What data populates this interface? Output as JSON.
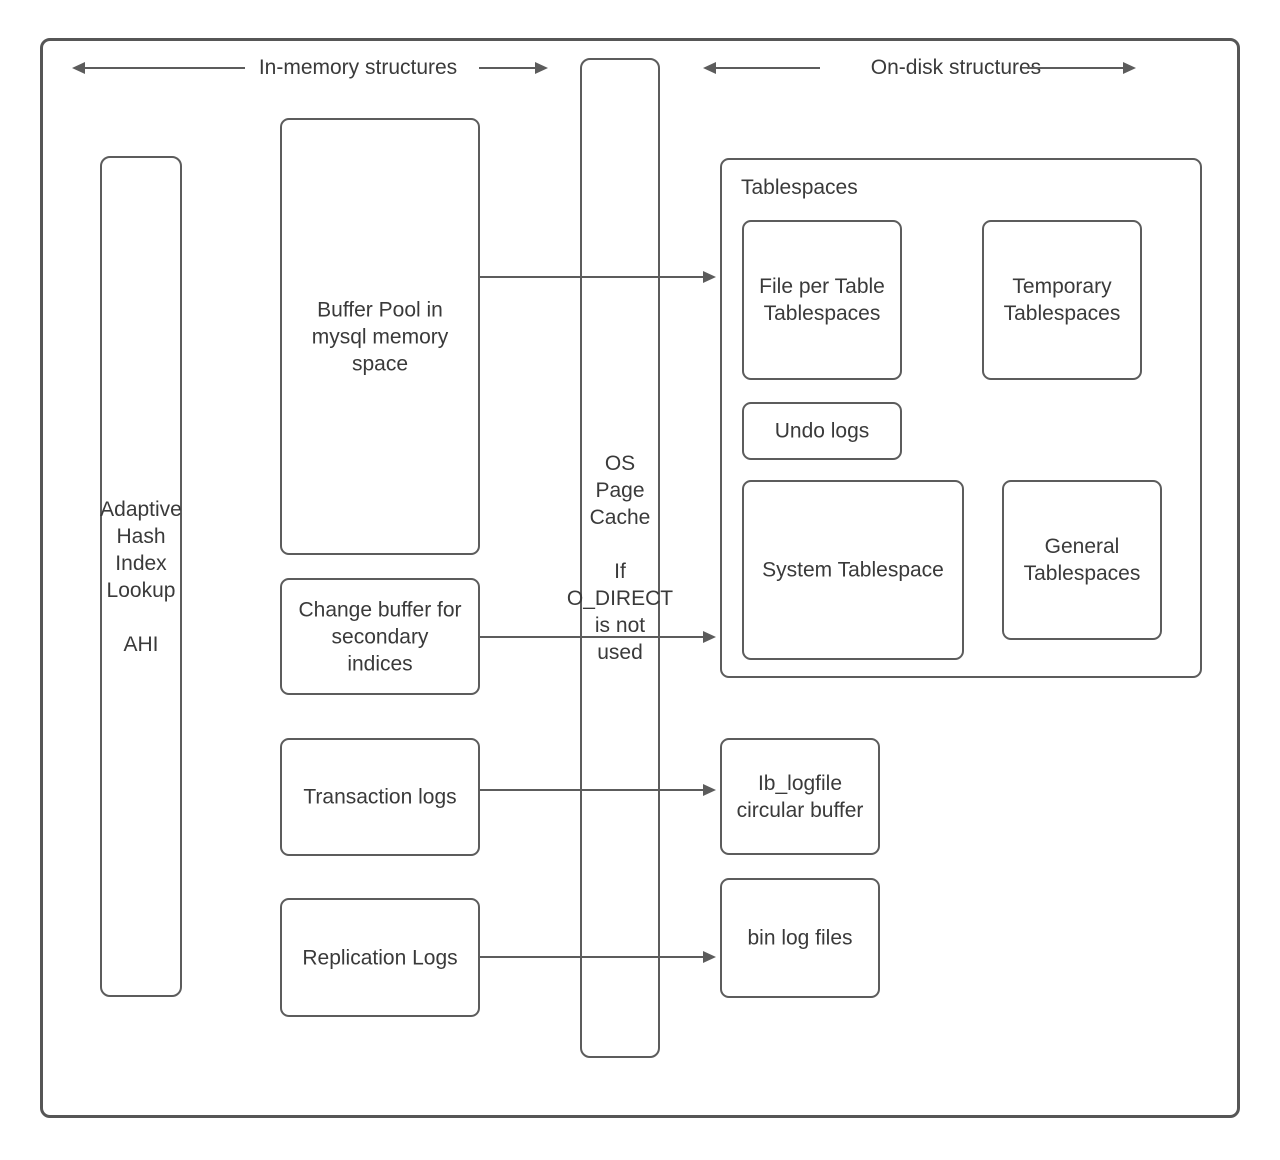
{
  "colors": {
    "stroke": "#5c5c5c",
    "text": "#3a3a3a",
    "background": "#ffffff"
  },
  "headers": {
    "in_memory": {
      "label": "In-memory structures"
    },
    "on_disk": {
      "label": "On-disk structures"
    }
  },
  "nodes": {
    "ahi": {
      "label": "Adaptive\nHash\nIndex\nLookup\n\nAHI"
    },
    "buffer_pool": {
      "label": "Buffer Pool in\nmysql memory\nspace"
    },
    "change_buffer": {
      "label": "Change buffer for\nsecondary\nindices"
    },
    "transaction_logs": {
      "label": "Transaction logs"
    },
    "replication_logs": {
      "label": "Replication Logs"
    },
    "os_page_cache": {
      "label": "OS\nPage\nCache\n\nIf\nO_DIRECT\nis not\nused"
    },
    "tablespaces": {
      "title": "Tablespaces"
    },
    "file_per_table": {
      "label": "File per Table\nTablespaces"
    },
    "temporary": {
      "label": "Temporary\nTablespaces"
    },
    "undo_logs": {
      "label": "Undo logs"
    },
    "system_tablespace": {
      "label": "System Tablespace"
    },
    "general_tablespaces": {
      "label": "General\nTablespaces"
    },
    "ib_logfile": {
      "label": "Ib_logfile\ncircular buffer"
    },
    "bin_log_files": {
      "label": "bin log files"
    }
  },
  "arrows": {
    "buffer_pool_to_tablespaces": "buffer-pool to file-per-table-tablespaces",
    "change_buffer_to_system_tablespace": "change-buffer to system-tablespace",
    "transaction_logs_to_ib_logfile": "transaction-logs to ib-logfile",
    "replication_logs_to_bin_log_files": "replication-logs to bin-log-files"
  }
}
